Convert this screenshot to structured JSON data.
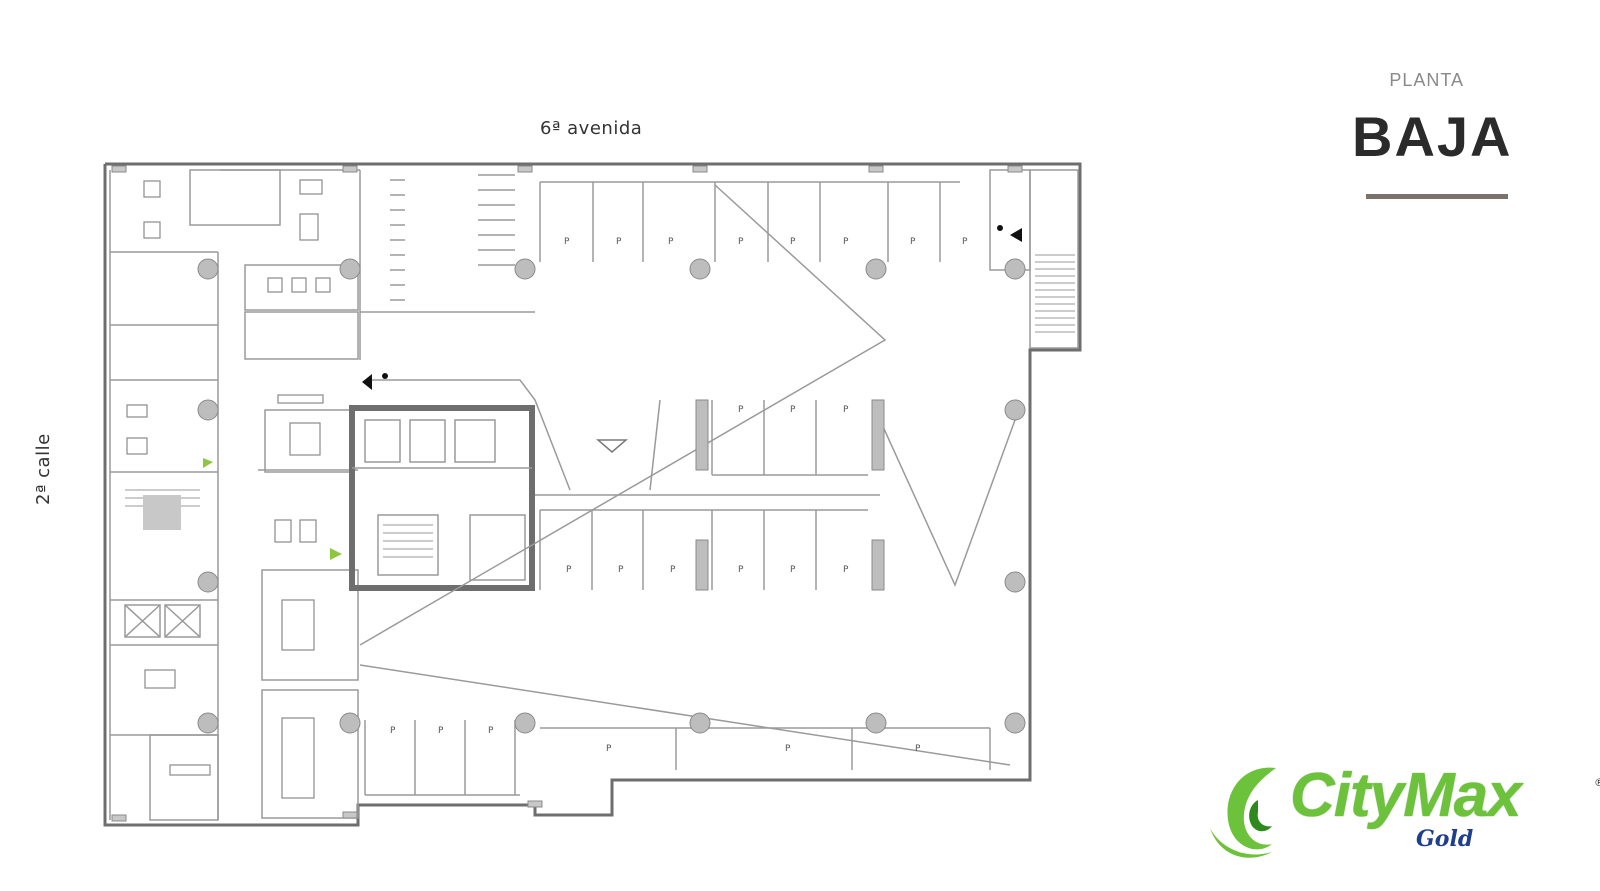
{
  "plan": {
    "street_top": "6ª avenida",
    "street_left": "2ª calle",
    "parking_label": "P"
  },
  "title": {
    "subtitle": "PLANTA",
    "main": "BAJA"
  },
  "logo": {
    "brand": "CityMax",
    "registered": "®",
    "tier": "Gold"
  },
  "colors": {
    "wall": "#6e6e6e",
    "line": "#9a9a9a",
    "column": "#bdbdbd",
    "accent_green": "#8dc63f",
    "brand_green": "#6cc23a",
    "brand_blue": "#1f3f8c",
    "rule": "#7a726a"
  }
}
